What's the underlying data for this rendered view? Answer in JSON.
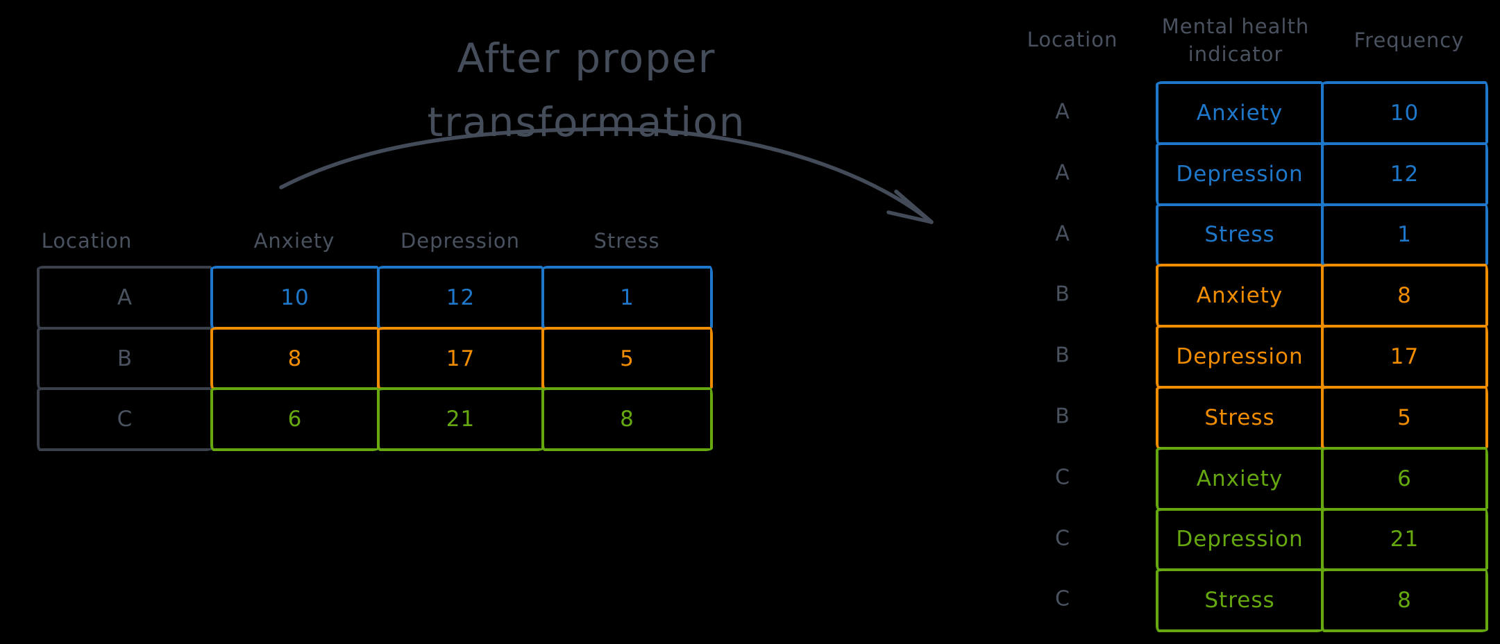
{
  "title": {
    "line1": "After proper",
    "line2": "transformation"
  },
  "colors": {
    "blue": "#1e77c8",
    "orange": "#f08c00",
    "green": "#66a80f",
    "gray": "#4a5260",
    "table_gray_border": "#3a414b",
    "arrow": "#434b58",
    "background": "#000000"
  },
  "left_table": {
    "headers": [
      "Location",
      "Anxiety",
      "Depression",
      "Stress"
    ],
    "rows": [
      {
        "location": "A",
        "color": "blue",
        "values": [
          10,
          12,
          1
        ]
      },
      {
        "location": "B",
        "color": "orange",
        "values": [
          8,
          17,
          5
        ]
      },
      {
        "location": "C",
        "color": "green",
        "values": [
          6,
          21,
          8
        ]
      }
    ]
  },
  "right_table": {
    "headers": [
      "Location",
      "Mental health indicator",
      "Frequency"
    ],
    "header2_lines": [
      "Mental health",
      "indicator"
    ],
    "rows": [
      {
        "location": "A",
        "indicator": "Anxiety",
        "frequency": 10,
        "color": "blue"
      },
      {
        "location": "A",
        "indicator": "Depression",
        "frequency": 12,
        "color": "blue"
      },
      {
        "location": "A",
        "indicator": "Stress",
        "frequency": 1,
        "color": "blue"
      },
      {
        "location": "B",
        "indicator": "Anxiety",
        "frequency": 8,
        "color": "orange"
      },
      {
        "location": "B",
        "indicator": "Depression",
        "frequency": 17,
        "color": "orange"
      },
      {
        "location": "B",
        "indicator": "Stress",
        "frequency": 5,
        "color": "orange"
      },
      {
        "location": "C",
        "indicator": "Anxiety",
        "frequency": 6,
        "color": "green"
      },
      {
        "location": "C",
        "indicator": "Depression",
        "frequency": 21,
        "color": "green"
      },
      {
        "location": "C",
        "indicator": "Stress",
        "frequency": 8,
        "color": "green"
      }
    ]
  }
}
